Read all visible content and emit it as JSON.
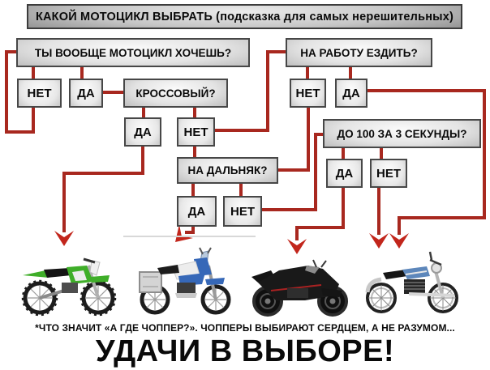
{
  "header": {
    "title": "КАКОЙ МОТОЦИКЛ ВЫБРАТЬ (подсказка для самых нерешительных)"
  },
  "flowchart": {
    "q_want": {
      "label": "ТЫ ВООБЩЕ МОТОЦИКЛ ХОЧЕШЬ?",
      "no": "НЕТ",
      "yes": "ДА"
    },
    "q_cross": {
      "label": "КРОССОВЫЙ?",
      "yes": "ДА",
      "no": "НЕТ"
    },
    "q_longride": {
      "label": "НА ДАЛЬНЯК?",
      "yes": "ДА",
      "no": "НЕТ"
    },
    "q_work": {
      "label": "НА РАБОТУ ЕЗДИТЬ?",
      "no": "НЕТ",
      "yes": "ДА"
    },
    "q_accel": {
      "label": "ДО 100 ЗА 3 СЕКУНДЫ?",
      "yes": "ДА",
      "no": "НЕТ"
    }
  },
  "edges": [
    {
      "from": "q_want",
      "answer": "НЕТ",
      "to": "q_want"
    },
    {
      "from": "q_want",
      "answer": "ДА",
      "to": "q_cross"
    },
    {
      "from": "q_cross",
      "answer": "ДА",
      "to": "motocross-bike"
    },
    {
      "from": "q_cross",
      "answer": "НЕТ",
      "to": "q_work"
    },
    {
      "from": "q_cross",
      "answer": "НЕТ",
      "to": "q_longride"
    },
    {
      "from": "q_longride",
      "answer": "ДА",
      "to": "adventure-touring-bike"
    },
    {
      "from": "q_longride",
      "answer": "НЕТ",
      "to": "q_accel"
    },
    {
      "from": "q_work",
      "answer": "НЕТ",
      "to": "q_longride"
    },
    {
      "from": "q_work",
      "answer": "ДА",
      "to": "classic-bike"
    },
    {
      "from": "q_accel",
      "answer": "ДА",
      "to": "sport-bike"
    },
    {
      "from": "q_accel",
      "answer": "НЕТ",
      "to": "classic-bike"
    }
  ],
  "bikes": [
    {
      "icon": "motocross-bike-icon",
      "accent": "#3fae29"
    },
    {
      "icon": "adventure-touring-bike-icon",
      "accent": "#3668b8"
    },
    {
      "icon": "sport-bike-icon",
      "accent": "#191919"
    },
    {
      "icon": "classic-bike-icon",
      "accent": "#5d87bb"
    }
  ],
  "footer": {
    "footnote": "*ЧТО ЗНАЧИТ «А ГДЕ ЧОППЕР?». ЧОППЕРЫ ВЫБИРАЮТ СЕРДЦЕМ, А НЕ РАЗУМОМ...",
    "outro": "УДАЧИ В ВЫБОРЕ!"
  },
  "colors": {
    "background": "#ffffff",
    "line_red": "#a8281f",
    "arrow_red": "#c2261c",
    "box_border": "#474747",
    "text": "#0a0a0a"
  }
}
